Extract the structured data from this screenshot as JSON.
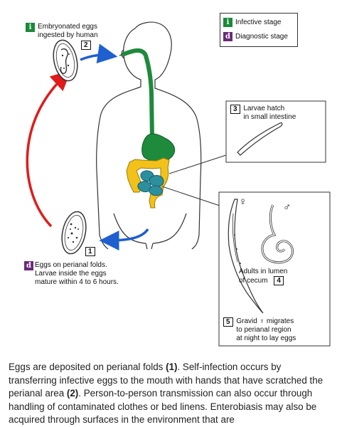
{
  "legend": {
    "items": [
      {
        "badge": "i",
        "label": "Infective stage",
        "color": "#1b8a3a"
      },
      {
        "badge": "d",
        "label": "Diagnostic stage",
        "color": "#6a2a7a"
      }
    ]
  },
  "stages": {
    "s1": {
      "num": "1",
      "badge": "d",
      "line1": "Eggs on perianal folds.",
      "line2": "Larvae inside the eggs",
      "line3": "mature within 4 to 6 hours."
    },
    "s2": {
      "num": "2",
      "badge": "i",
      "line1": "Embryonated eggs",
      "line2": "ingested by human"
    },
    "s3": {
      "num": "3",
      "line1": "Larvae hatch",
      "line2": "in small intestine"
    },
    "s4": {
      "num": "4",
      "line1": "Adults in lumen",
      "line2": "of cecum"
    },
    "s5": {
      "num": "5",
      "line1": "Gravid ♀ migrates",
      "line2": "to perianal region",
      "line3": "at night to lay eggs"
    }
  },
  "sex_symbols": {
    "female": "♀",
    "male": "♂"
  },
  "colors": {
    "arrow_blue": "#1f5fd0",
    "arrow_red": "#e01b1b",
    "esophagus_green": "#1e8a3c",
    "colon_yellow": "#f2c21a",
    "intestine_teal": "#2b8f9e"
  },
  "paragraph": {
    "t1": "Eggs are deposited on perianal folds ",
    "n1": "(1)",
    "t2": ". Self-infection occurs by transferring infective eggs to the mouth with hands that have scratched the perianal area ",
    "n2": "(2)",
    "t3": ". Person-to-person transmission can also occur through handling of contaminated clothes or bed linens. Enterobiasis may also be acquired through surfaces in the environment that are"
  }
}
